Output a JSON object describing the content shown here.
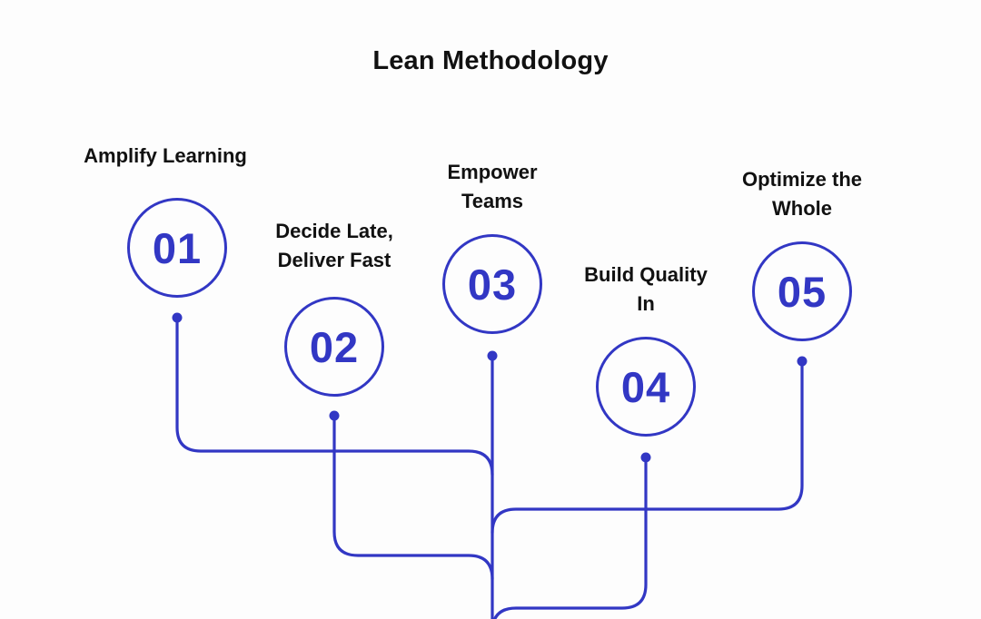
{
  "colors": {
    "accent": "#3237c4",
    "text": "#111111",
    "background": "#fdfdfd"
  },
  "header": {
    "title": "Lean Methodology"
  },
  "diagram": {
    "type": "numbered-steps-flow",
    "steps": [
      {
        "number": "01",
        "label": "Amplify Learning"
      },
      {
        "number": "02",
        "label": "Decide Late,\nDeliver Fast"
      },
      {
        "number": "03",
        "label": "Empower\nTeams"
      },
      {
        "number": "04",
        "label": "Build Quality\nIn"
      },
      {
        "number": "05",
        "label": "Optimize the\nWhole"
      }
    ]
  }
}
